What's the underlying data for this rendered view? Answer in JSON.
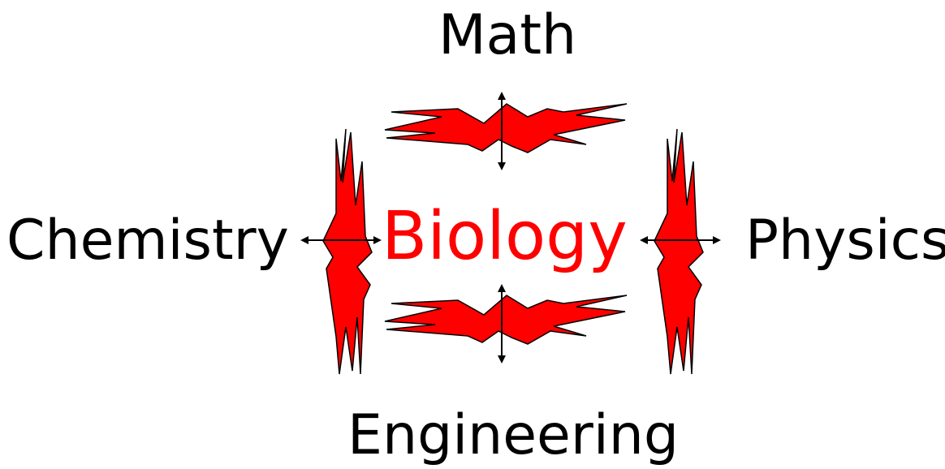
{
  "center": {
    "label": "Biology",
    "color": "#ff0000"
  },
  "neighbors": {
    "top": "Math",
    "left": "Chemistry",
    "right": "Physics",
    "bottom": "Engineering"
  },
  "colors": {
    "burst_fill": "#ff0000",
    "burst_stroke": "#000000",
    "text": "#000000"
  },
  "icons": {
    "connector": "double-headed-arrow",
    "divider": "jagged-burst"
  }
}
